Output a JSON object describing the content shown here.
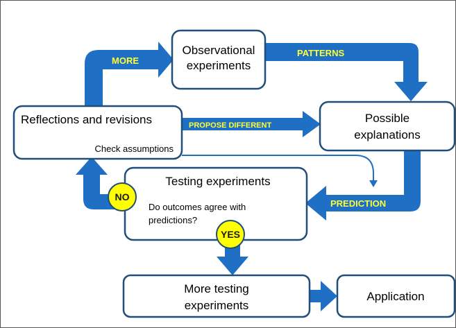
{
  "nodes": {
    "observational": {
      "lines": [
        "Observational",
        "experiments"
      ]
    },
    "possible": {
      "lines": [
        "Possible",
        "explanations"
      ]
    },
    "reflections": {
      "title": "Reflections and revisions",
      "note": "Check assumptions"
    },
    "testing": {
      "title": "Testing experiments",
      "question_lines": [
        "Do outcomes agree with",
        "predictions?"
      ]
    },
    "more_testing": {
      "lines": [
        "More testing",
        "experiments"
      ]
    },
    "application": {
      "lines": [
        "Application"
      ]
    }
  },
  "arrow_labels": {
    "more": "MORE",
    "patterns": "PATTERNS",
    "propose_different": "PROPOSE DIFFERENT",
    "prediction": "PREDICTION"
  },
  "badges": {
    "no": "NO",
    "yes": "YES"
  },
  "colors": {
    "arrow": "#1F6FC4",
    "box_border": "#1F4E79",
    "label": "#FFFF33",
    "badge": "#FFFF00"
  }
}
